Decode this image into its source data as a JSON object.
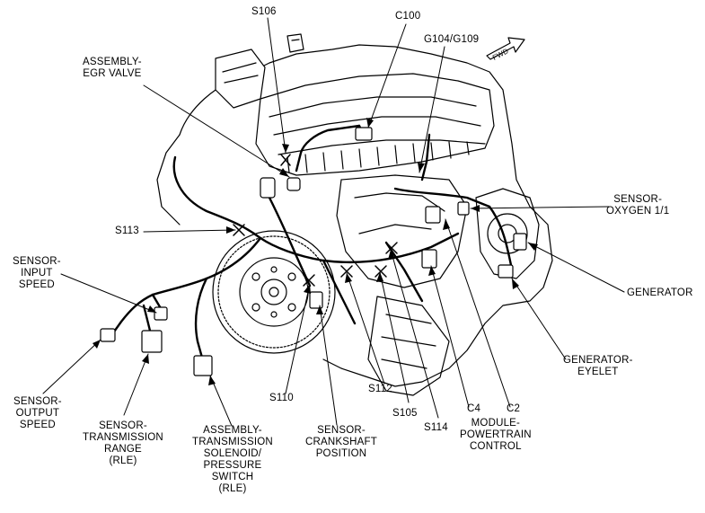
{
  "labels": {
    "s106": "S106",
    "c100": "C100",
    "g104": "G104/G109",
    "egr_1": "ASSEMBLY-",
    "egr_2": "EGR VALVE",
    "oxy_1": "SENSOR-",
    "oxy_2": "OXYGEN 1/1",
    "s113": "S113",
    "isp_1": "SENSOR-",
    "isp_2": "INPUT",
    "isp_3": "SPEED",
    "generator": "GENERATOR",
    "geneye_1": "GENERATOR-",
    "geneye_2": "EYELET",
    "s110": "S110",
    "s112": "S112",
    "s105": "S105",
    "c4": "C4",
    "c2": "C2",
    "s114": "S114",
    "pcm_1": "MODULE-",
    "pcm_2": "POWERTRAIN",
    "pcm_3": "CONTROL",
    "osp_1": "SENSOR-",
    "osp_2": "OUTPUT",
    "osp_3": "SPEED",
    "tr_1": "SENSOR-",
    "tr_2": "TRANSMISSION",
    "tr_3": "RANGE",
    "tr_4": "(RLE)",
    "ts_1": "ASSEMBLY-",
    "ts_2": "TRANSMISSION",
    "ts_3": "SOLENOID/",
    "ts_4": "PRESSURE",
    "ts_5": "SWITCH",
    "ts_6": "(RLE)",
    "ckp_1": "SENSOR-",
    "ckp_2": "CRANKSHAFT",
    "ckp_3": "POSITION",
    "fwd": "FWD"
  },
  "colors": {
    "ink": "#000000",
    "paper": "#ffffff",
    "shade": "#d9d9d9"
  }
}
